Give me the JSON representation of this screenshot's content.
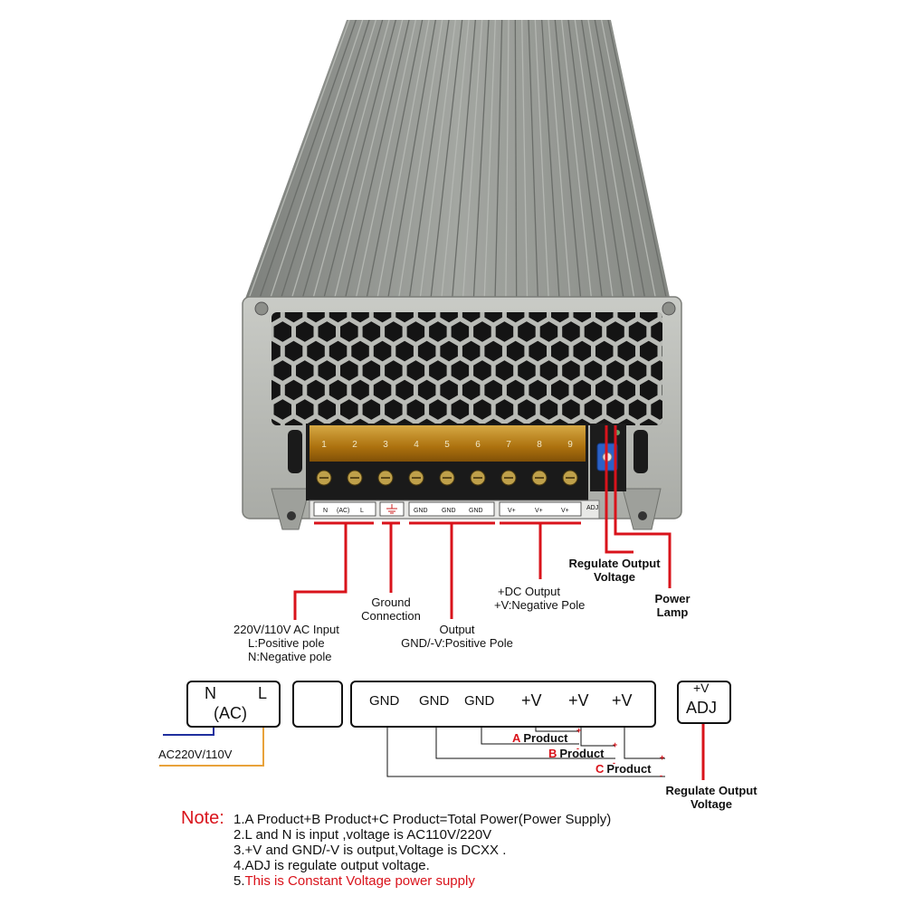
{
  "terminal_numbers": [
    "1",
    "2",
    "3",
    "4",
    "5",
    "6",
    "7",
    "8",
    "9"
  ],
  "panel_labels": {
    "nl_n": "N",
    "nl_ac": "(AC)",
    "nl_l": "L",
    "gnd1": "GND",
    "gnd2": "GND",
    "gnd3": "GND",
    "v1": "V+",
    "v2": "V+",
    "v3": "V+",
    "adj": "ADJ"
  },
  "callouts": {
    "ac_input": [
      "220V/110V AC Input",
      "L:Positive pole",
      "N:Negative pole"
    ],
    "ground": [
      "Ground",
      "Connection"
    ],
    "output": [
      "Output",
      "GND/-V:Positive Pole"
    ],
    "dc_output": [
      "+DC Output",
      "+V:Negative Pole"
    ],
    "regulate": [
      "Regulate Output",
      "Voltage"
    ],
    "power_lamp": [
      "Power",
      "Lamp"
    ]
  },
  "wiring": {
    "ac_box": {
      "n": "N",
      "ac": "(AC)",
      "l": "L"
    },
    "ac_label": "AC220V/110V",
    "out_box": {
      "gnd": [
        "GND",
        "GND",
        "GND"
      ],
      "v": [
        "+V",
        "+V",
        "+V"
      ]
    },
    "adj_box": {
      "top": "+V",
      "bottom": "ADJ"
    },
    "adj_label": [
      "Regulate Output",
      "Voltage"
    ],
    "products": [
      {
        "letter": "A",
        "word": "Product"
      },
      {
        "letter": "B",
        "word": "Product"
      },
      {
        "letter": "C",
        "word": "Product"
      }
    ],
    "plus": "+",
    "minus": "-"
  },
  "note": {
    "title": "Note:",
    "lines": [
      "1.A Product+B Product+C Product=Total Power(Power Supply)",
      "2.L and N is input ,voltage is AC110V/220V",
      "3.+V and  GND/-V is output,Voltage is DCXX .",
      "4.ADJ is regulate output voltage."
    ],
    "last_prefix": "5.",
    "last_red": "This is Constant Voltage power supply"
  },
  "colors": {
    "red": "#d9131b",
    "blue": "#1f2f9e",
    "orange": "#e8a23a",
    "terminal_amber": "#c98a12",
    "case_gray": "#8e918c"
  }
}
